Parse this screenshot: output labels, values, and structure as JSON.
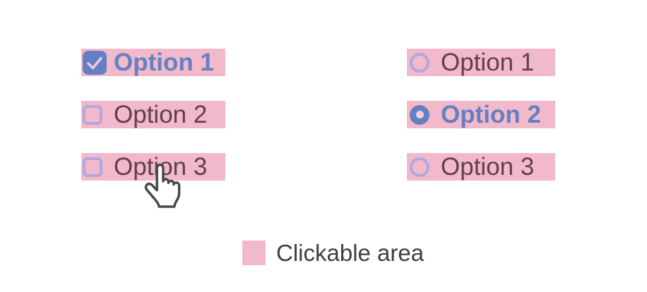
{
  "checkbox_group": {
    "control_type": "checkbox",
    "items": [
      {
        "label": "Option 1",
        "state": "checked"
      },
      {
        "label": "Option 2",
        "state": "unchecked"
      },
      {
        "label": "Option 3",
        "state": "unchecked"
      }
    ]
  },
  "radio_group": {
    "control_type": "radio",
    "items": [
      {
        "label": "Option 1",
        "state": "unselected"
      },
      {
        "label": "Option 2",
        "state": "selected"
      },
      {
        "label": "Option 3",
        "state": "unselected"
      }
    ]
  },
  "cursor": {
    "icon": "hand-pointer-cursor",
    "position": "over checkbox row Option 3"
  },
  "legend": {
    "label": "Clickable area",
    "swatch_color": "#f2b9cb"
  },
  "colors": {
    "background": "#ffffff",
    "clickable_area_pink": "#f2b9cb",
    "accent_blue": "#6480c3",
    "unselected_control_border": "#b2a7db",
    "unselected_label_text": "#603e52",
    "check_mark": "#f2ccd9",
    "radio_dot": "#f2ccd9",
    "legend_text": "#3f3f3f",
    "cursor_outline": "#4a4a4a",
    "cursor_fill": "#ffffff"
  }
}
